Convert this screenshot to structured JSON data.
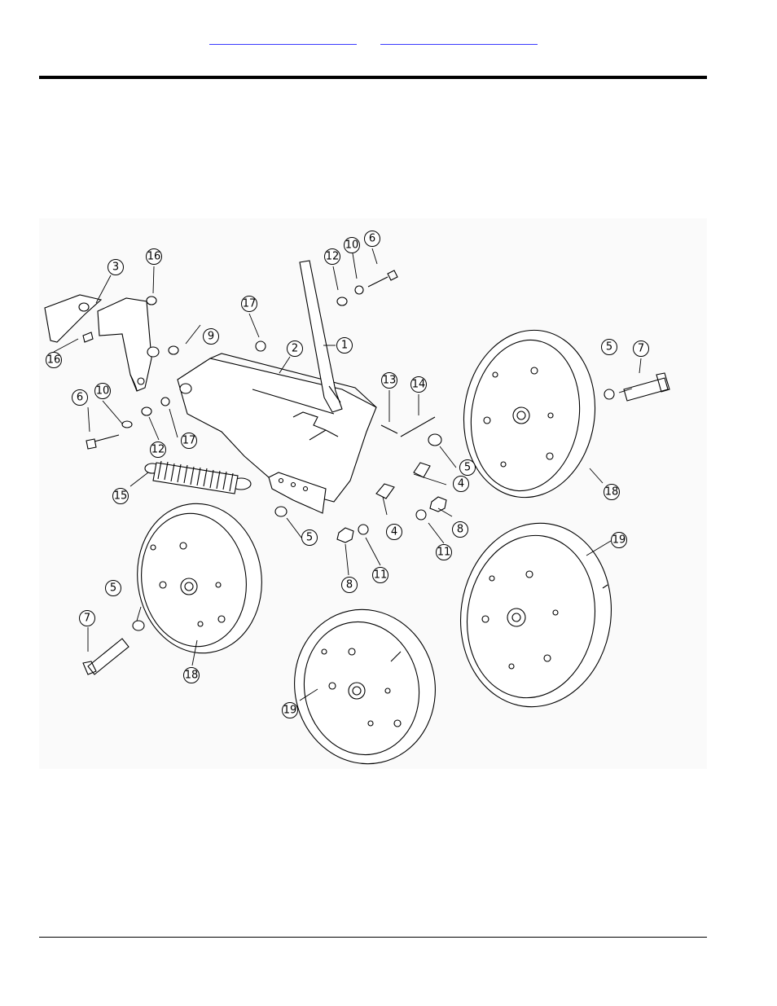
{
  "header": {
    "links": [
      {
        "label": ""
      },
      {
        "label": ""
      }
    ]
  },
  "diagram": {
    "callouts": [
      {
        "id": "c1",
        "label": "1"
      },
      {
        "id": "c2",
        "label": "2"
      },
      {
        "id": "c3",
        "label": "3"
      },
      {
        "id": "c4a",
        "label": "4"
      },
      {
        "id": "c4b",
        "label": "4"
      },
      {
        "id": "c5a",
        "label": "5"
      },
      {
        "id": "c5b",
        "label": "5"
      },
      {
        "id": "c5c",
        "label": "5"
      },
      {
        "id": "c5d",
        "label": "5"
      },
      {
        "id": "c6a",
        "label": "6"
      },
      {
        "id": "c6b",
        "label": "6"
      },
      {
        "id": "c7a",
        "label": "7"
      },
      {
        "id": "c7b",
        "label": "7"
      },
      {
        "id": "c8a",
        "label": "8"
      },
      {
        "id": "c8b",
        "label": "8"
      },
      {
        "id": "c9",
        "label": "9"
      },
      {
        "id": "c10a",
        "label": "10"
      },
      {
        "id": "c10b",
        "label": "10"
      },
      {
        "id": "c11a",
        "label": "11"
      },
      {
        "id": "c11b",
        "label": "11"
      },
      {
        "id": "c12a",
        "label": "12"
      },
      {
        "id": "c12b",
        "label": "12"
      },
      {
        "id": "c13",
        "label": "13"
      },
      {
        "id": "c14",
        "label": "14"
      },
      {
        "id": "c15",
        "label": "15"
      },
      {
        "id": "c16a",
        "label": "16"
      },
      {
        "id": "c16b",
        "label": "16"
      },
      {
        "id": "c17a",
        "label": "17"
      },
      {
        "id": "c17b",
        "label": "17"
      },
      {
        "id": "c18a",
        "label": "18"
      },
      {
        "id": "c18b",
        "label": "18"
      },
      {
        "id": "c19a",
        "label": "19"
      },
      {
        "id": "c19b",
        "label": "19"
      }
    ]
  }
}
